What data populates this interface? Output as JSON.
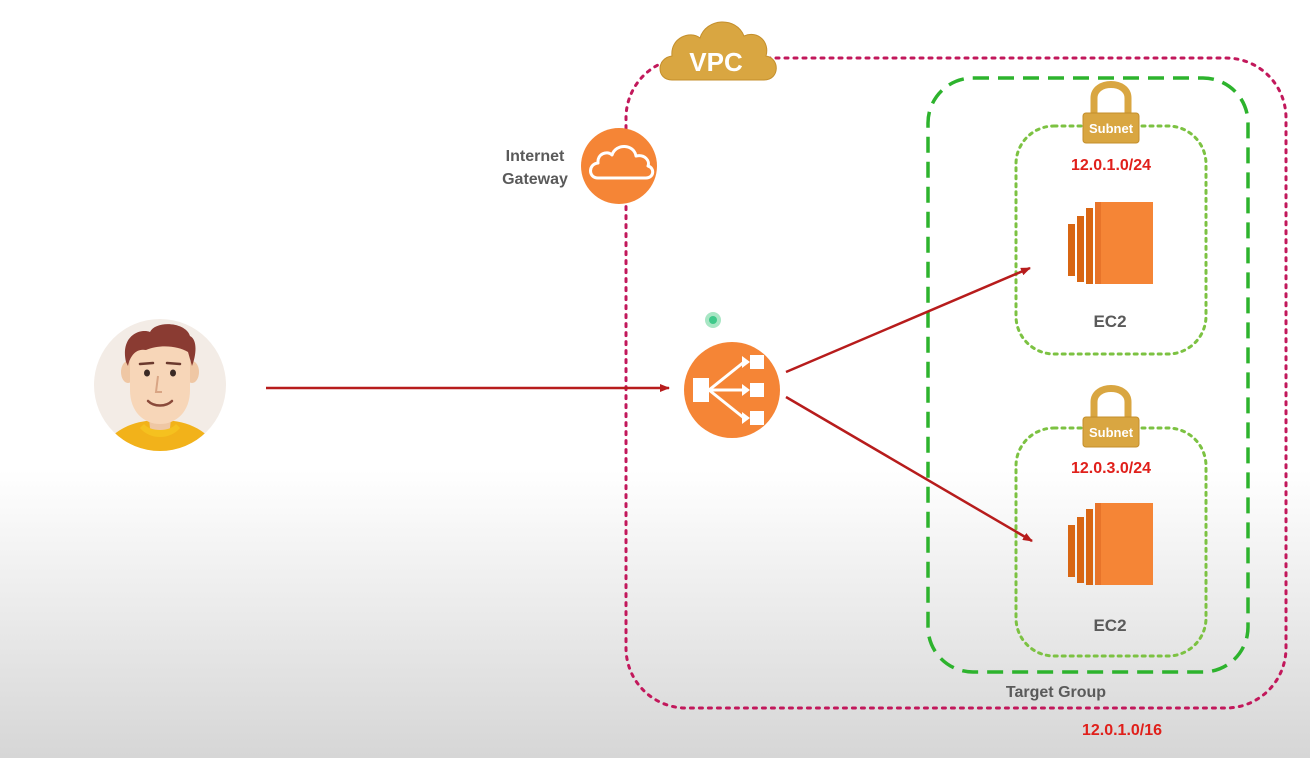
{
  "vpc": {
    "label": "VPC",
    "cidr": "12.0.1.0/16",
    "border_color": "#c2185b"
  },
  "internet_gateway": {
    "label_line1": "Internet",
    "label_line2": "Gateway",
    "icon": "cloud-icon"
  },
  "load_balancer": {
    "icon": "load-balancer-icon"
  },
  "target_group": {
    "label": "Target Group",
    "border_color": "#2db32d"
  },
  "subnets": [
    {
      "badge": "Subnet",
      "cidr": "12.0.1.0/24",
      "instance_label": "EC2"
    },
    {
      "badge": "Subnet",
      "cidr": "12.0.3.0/24",
      "instance_label": "EC2"
    }
  ],
  "user": {
    "icon": "user-avatar-icon"
  },
  "colors": {
    "aws_orange": "#f58536",
    "arrow_red": "#b71c1c",
    "cidr_red": "#e0201b",
    "vpc_gold": "#d9a641",
    "subnet_green": "#7cc242",
    "text_gray": "#5a5a5a"
  }
}
